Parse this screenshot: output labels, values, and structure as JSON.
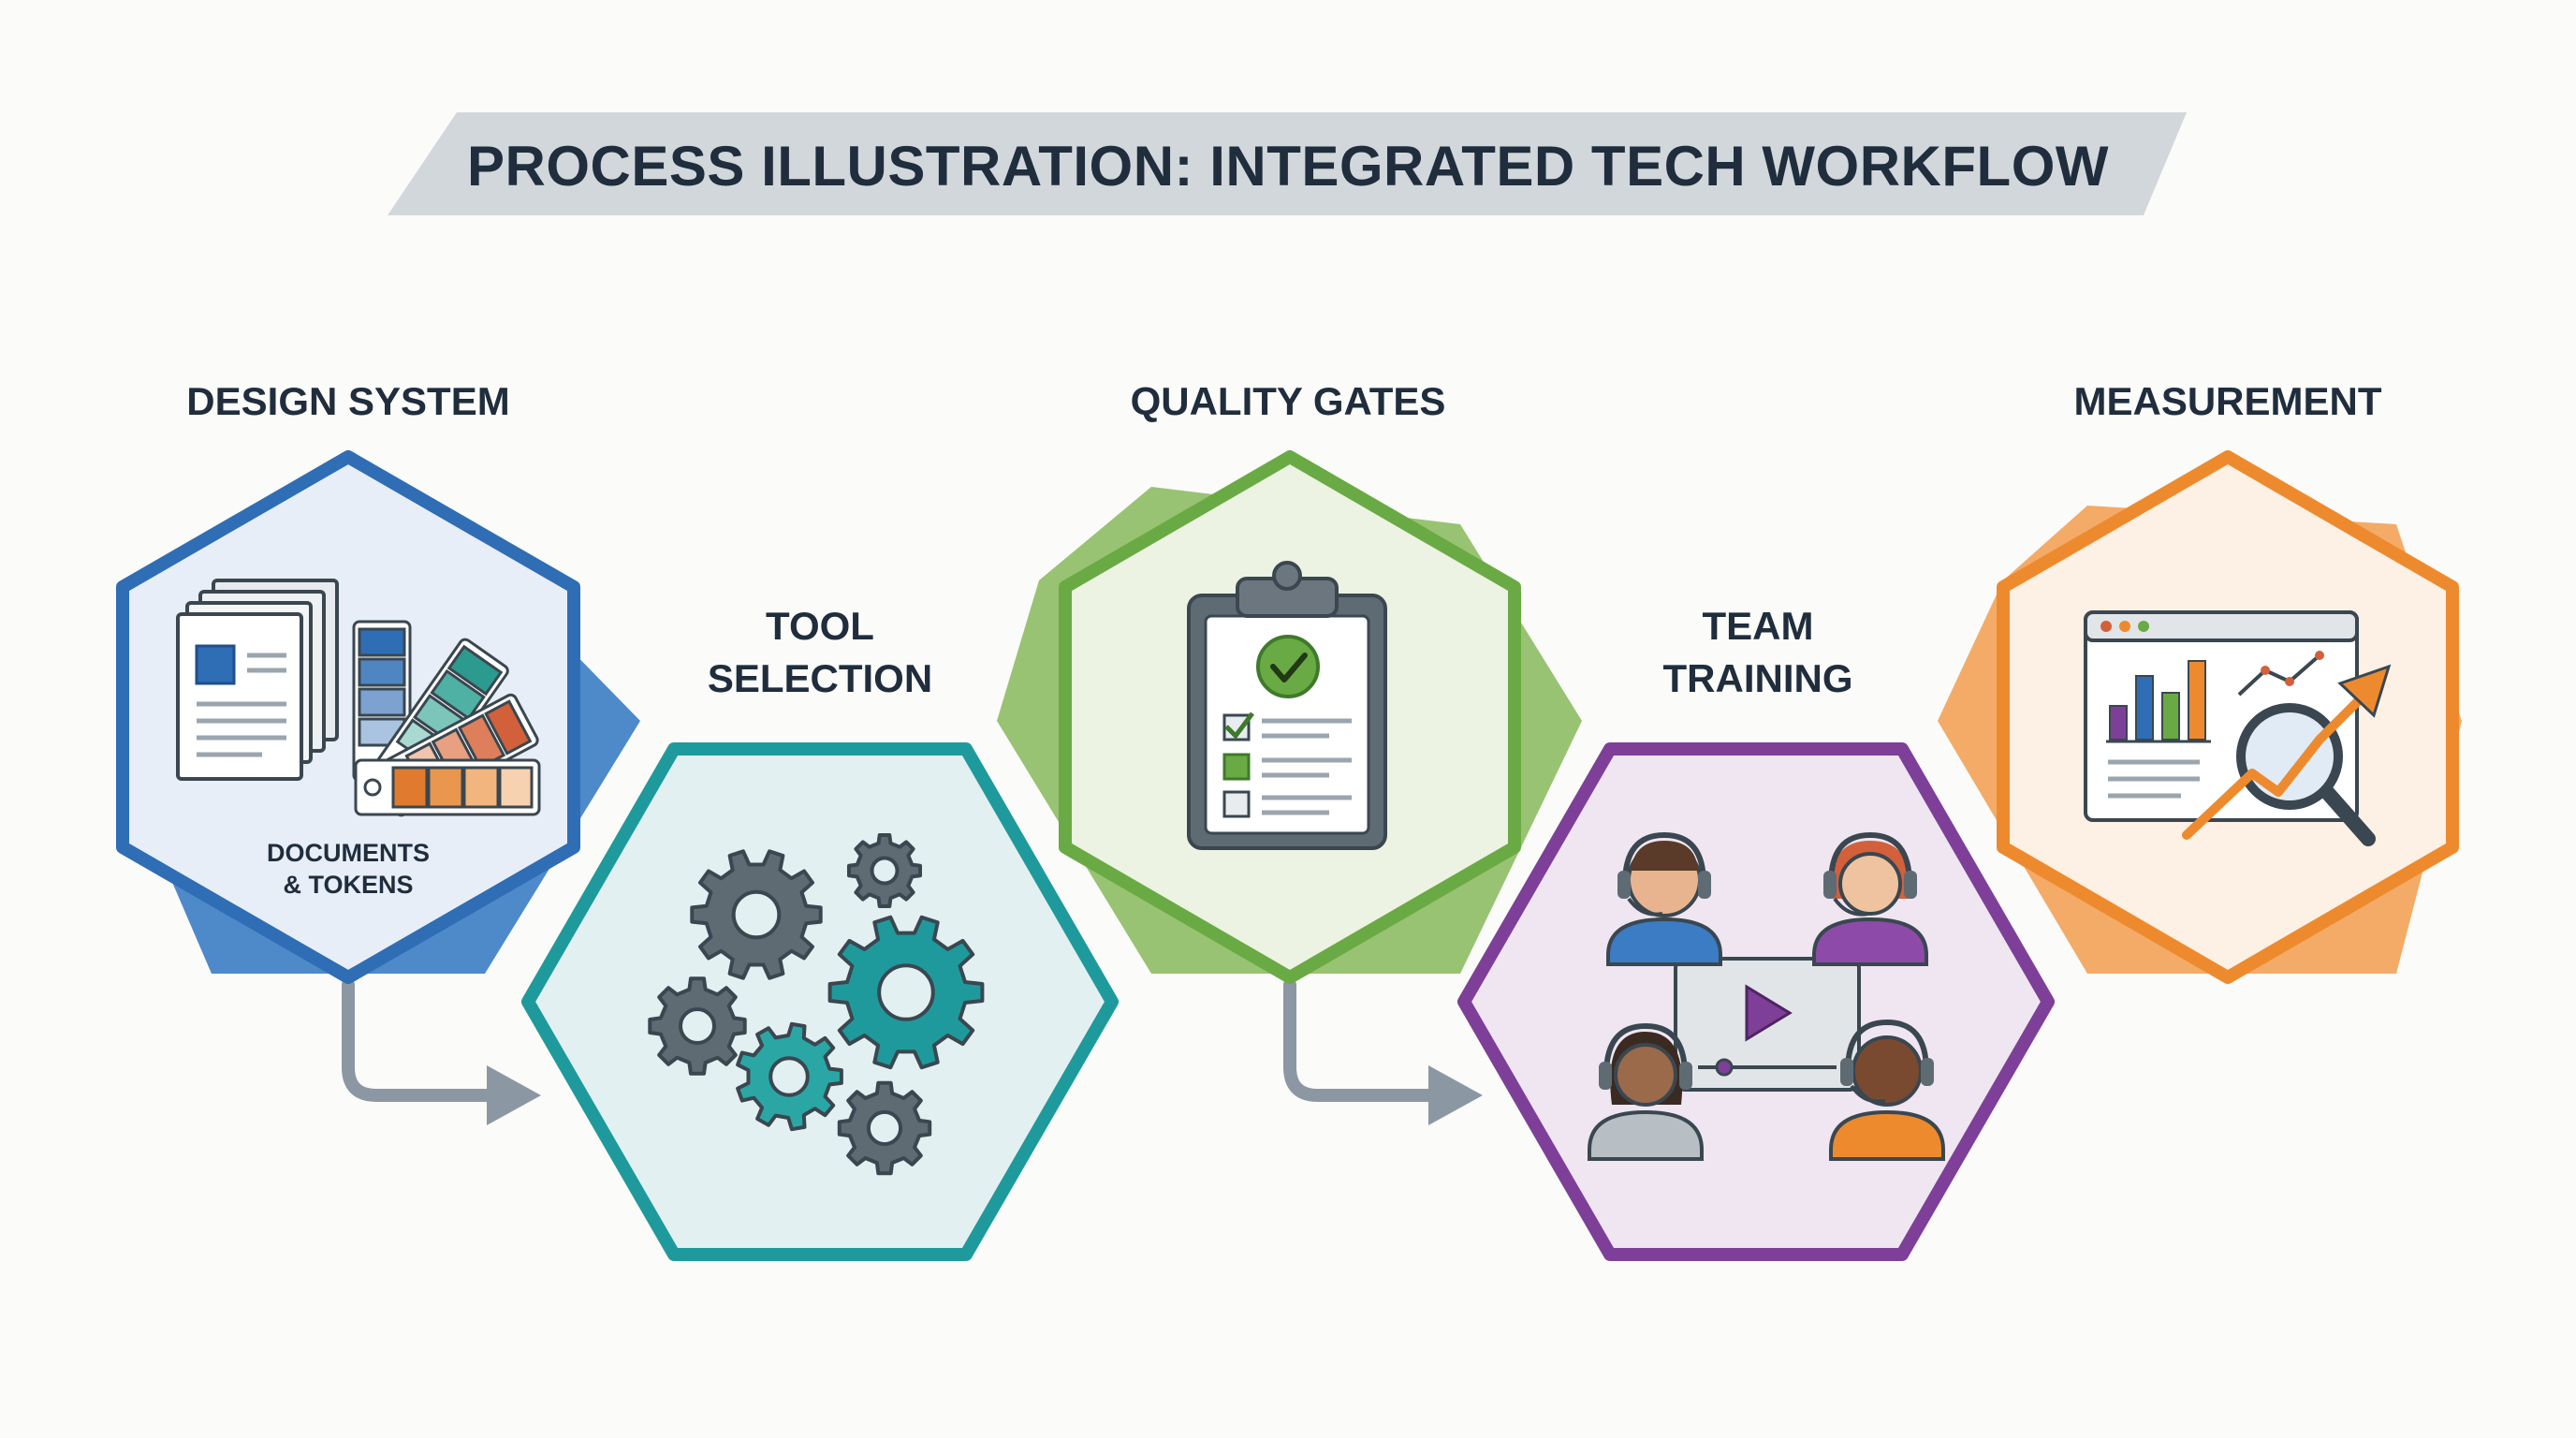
{
  "title": "PROCESS ILLUSTRATION: INTEGRATED TECH WORKFLOW",
  "stages": [
    {
      "id": "design-system",
      "label_lines": [
        "DESIGN SYSTEM"
      ],
      "sublabel_lines": [
        "DOCUMENTS",
        "& TOKENS"
      ],
      "icon": "documents-swatches-icon",
      "color": "#2f6db5",
      "fill": "#e8eef7",
      "back": "#3b7cc4"
    },
    {
      "id": "tool-selection",
      "label_lines": [
        "TOOL",
        "SELECTION"
      ],
      "icon": "gears-icon",
      "color": "#1f9a9c",
      "fill": "#e3f0f1"
    },
    {
      "id": "quality-gates",
      "label_lines": [
        "QUALITY GATES"
      ],
      "icon": "clipboard-checklist-icon",
      "color": "#6aaa44",
      "fill": "#ecf3e2",
      "back": "#86b85a"
    },
    {
      "id": "team-training",
      "label_lines": [
        "TEAM",
        "TRAINING"
      ],
      "icon": "team-video-training-icon",
      "color": "#7e3f98",
      "fill": "#efe6f2"
    },
    {
      "id": "measurement",
      "label_lines": [
        "MEASUREMENT"
      ],
      "icon": "analytics-dashboard-icon",
      "color": "#ee8a2e",
      "fill": "#fdf0e4",
      "back": "#f3a257"
    }
  ],
  "connectors": [
    {
      "from": "design-system",
      "to": "tool-selection",
      "icon": "arrow-right-icon"
    },
    {
      "from": "quality-gates",
      "to": "team-training",
      "icon": "arrow-right-icon"
    }
  ],
  "colors": {
    "title_banner": "#d2d7db",
    "text": "#1f2d3d",
    "connector": "#8b98a3",
    "gear_gray": "#5f6b73",
    "gear_teal": "#1f9a9c",
    "check_green": "#6aaa44"
  }
}
